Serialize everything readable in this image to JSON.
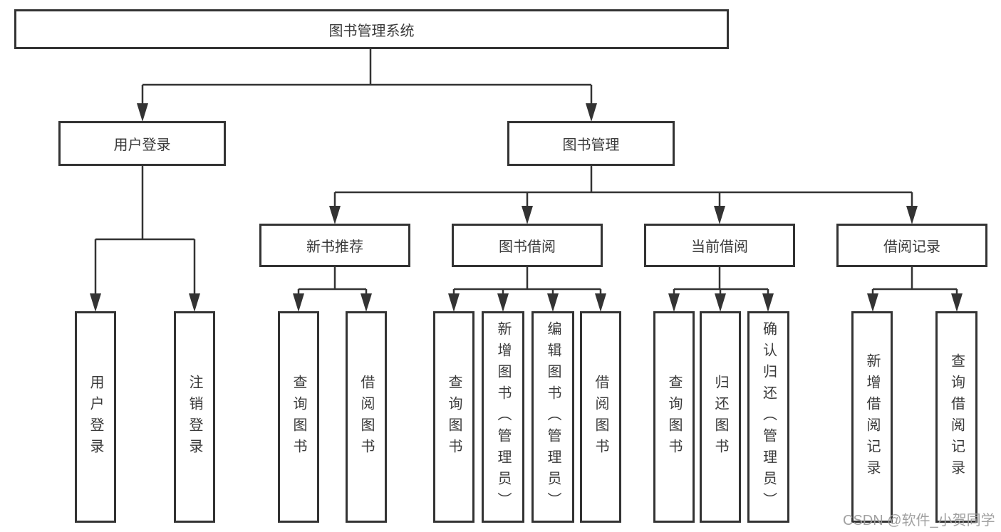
{
  "diagram_type": "hierarchy-tree",
  "colors": {
    "line": "#333333",
    "box_border": "#333333",
    "box_fill": "#ffffff",
    "text": "#3a3a3a",
    "background": "#ffffff",
    "watermark_text_color": "#9c9c9c"
  },
  "level1": {
    "label": "图书管理系统"
  },
  "level2": {
    "user_login": "用户登录",
    "book_mgmt": "图书管理"
  },
  "level3": {
    "new_books": "新书推荐",
    "book_borrow": "图书借阅",
    "current_borrow": "当前借阅",
    "borrow_records": "借阅记录"
  },
  "leaves": {
    "user_login": "用户登录",
    "logout": "注销登录",
    "nb_query": "查询图书",
    "nb_borrow": "借阅图书",
    "bb_query": "查询图书",
    "bb_add": "新增图书（管理员）",
    "bb_edit": "编辑图书（管理员）",
    "bb_borrow": "借阅图书",
    "cb_query": "查询图书",
    "cb_return": "归还图书",
    "cb_confirm": "确认归还（管理员）",
    "br_add": "新增借阅记录",
    "br_query": "查询借阅记录"
  },
  "watermark": {
    "text": "CSDN @软件_小贺同学"
  }
}
